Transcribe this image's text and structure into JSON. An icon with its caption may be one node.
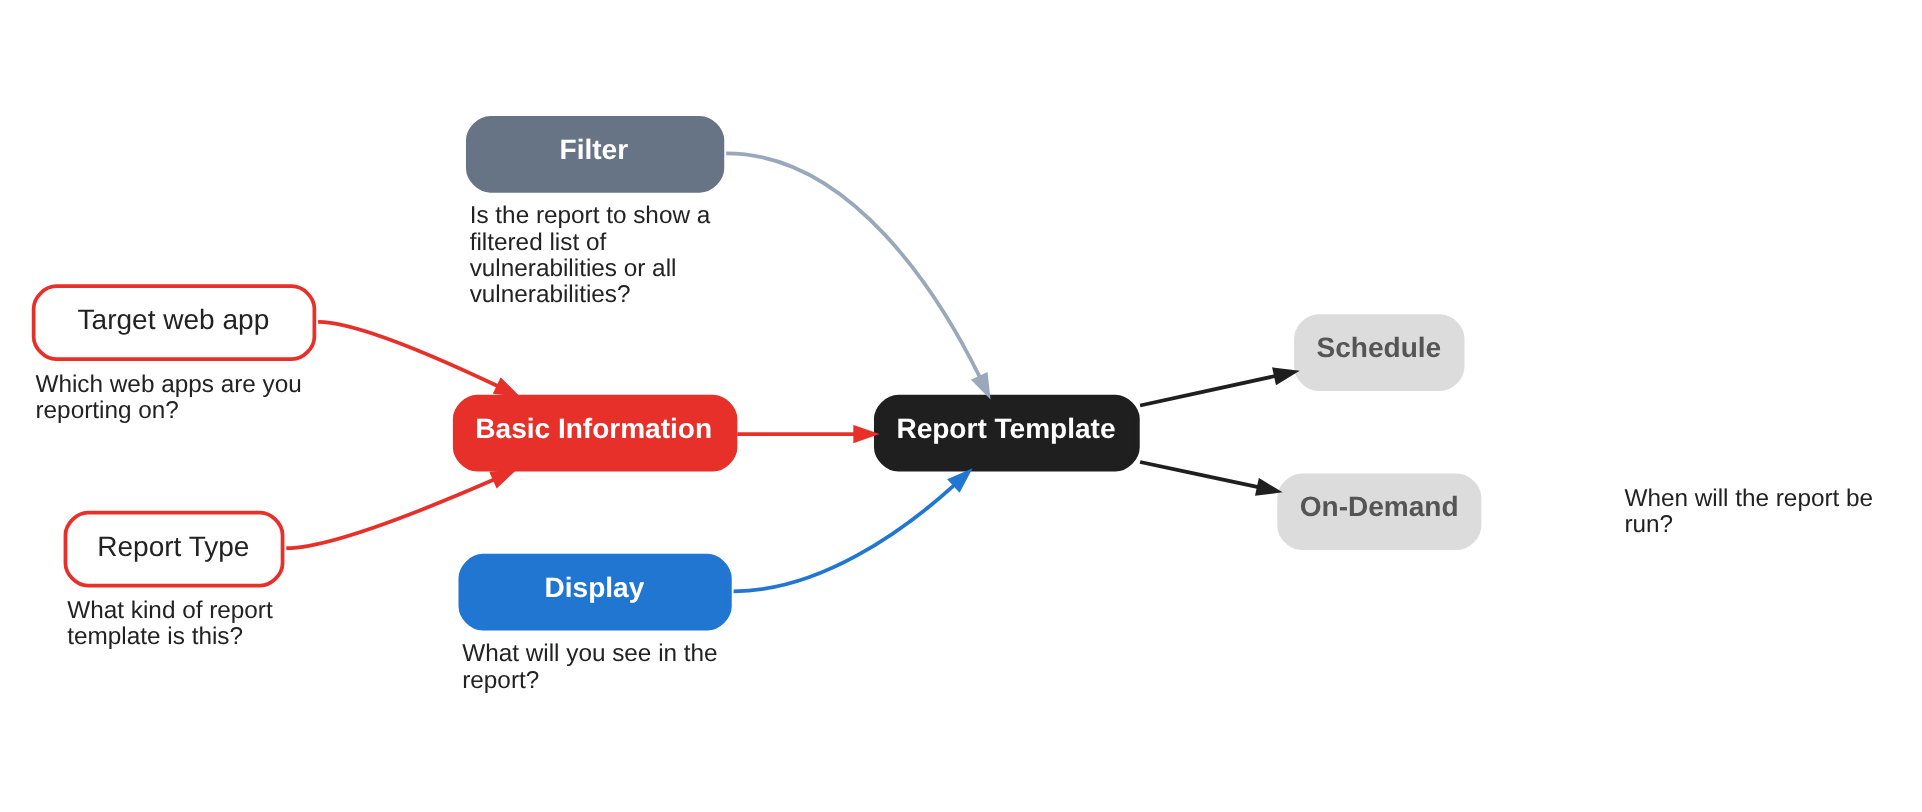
{
  "diagram": {
    "nodes": [
      {
        "text": [
          "Filter"
        ],
        "beside": [
          "Is the report to show a filtered list of vulnerabilities or all vulnerabilities?"
        ]
      },
      {
        "text": [
          "Basic Information"
        ]
      },
      {
        "text": [
          "Report Template"
        ]
      },
      {
        "text": [
          "Schedule"
        ]
      },
      {
        "text": [
          "On-Demand"
        ]
      },
      {
        "text": [
          "Display"
        ],
        "beside": [
          "What will you see in the report?"
        ]
      },
      {
        "text": [
          "Target web app"
        ],
        "beside": [
          "Which web apps are you reporting on?"
        ]
      },
      {
        "text": [
          "Report Type"
        ],
        "beside": [
          "What kind of report template is this?"
        ]
      }
    ],
    "edges": [
      {
        "from": 0,
        "to": 2,
        "arrow": "to",
        "color": "#9aa8bc"
      },
      {
        "from": 1,
        "to": 2,
        "arrow": "to"
      },
      {
        "from": 2,
        "to": 3,
        "arrow": "to",
        "color": "#1f1f1f"
      },
      {
        "from": 2,
        "to": 4,
        "arrow": "to",
        "color": "#1f1f1f"
      },
      {
        "from": 5,
        "to": 2,
        "arrow": "to",
        "color": "#2176d2"
      },
      {
        "from": 6,
        "to": 1,
        "arrow": "to"
      },
      {
        "from": 7,
        "to": 1,
        "arrow": "to"
      }
    ],
    "labels": [
      "When will the report be run?"
    ]
  }
}
